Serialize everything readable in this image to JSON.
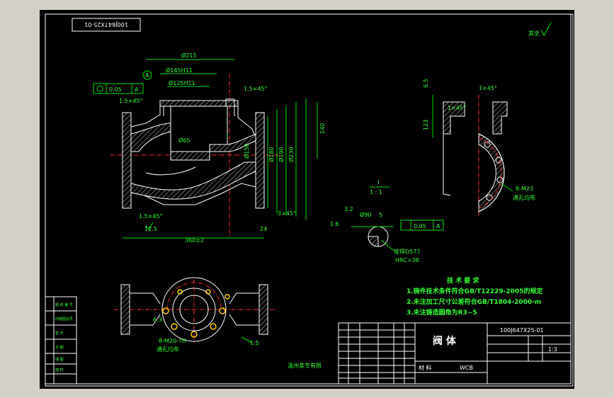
{
  "drawing": {
    "part_code_mirrored": "100J647X25-01",
    "roughness_rest": "其余",
    "section_label": "I",
    "scale_detail_fraction": "1 : 1",
    "dims": {
      "d215": "Ø215",
      "d145": "Ø145H11",
      "d125": "Ø125H11",
      "chamfer_top": "1.5×45°",
      "chamfer_left": "1.5×45°",
      "chamfer_bottom": "1.5×45°",
      "chamfer_r1": "1×45°",
      "chamfer_r2": "1×45°",
      "chamfer_3x45": "3×45°",
      "d65": "Ø65",
      "len360": "360±2",
      "h140": "140",
      "d150": "Ø150",
      "d180": "Ø180",
      "d190": "Ø190",
      "d230": "Ø230",
      "dim24": "24",
      "dim123": "123",
      "dim6_5": "6.5",
      "dim90": "Ø90",
      "dim5": "5",
      "holes_r": "8-M23",
      "holes_r_note": "通孔均布",
      "holes_b": "8-M20-7H",
      "holes_b_note": "通孔均布",
      "scale_b": "1:5",
      "weld_note": "堆焊D577",
      "hrc": "HRC>38",
      "tol_flat": "0.05",
      "tol_datum": "A",
      "tol_circ": "0.05",
      "datum_a": "A",
      "rough_125": "12.5",
      "rough_32": "3.2",
      "rough_16": "1.6",
      "rough_6_3": "6.3"
    },
    "tech_title": "技 术 要 求",
    "tech_items": [
      "1.铸件技术条件符合GB/T12229-2005的规定",
      "2.未注加工尺寸公差符合GB/T1804-2000-m",
      "3.未注铸造圆角为R3~5"
    ],
    "title_block": {
      "part_name": "阀 体",
      "drawing_no": "100J647X25-01",
      "material_label": "材 料",
      "material": "WCB",
      "scale": "1:3",
      "company": "温州某专有限",
      "left_cells": [
        "图 纸 编 号",
        "旧底图总号",
        "签 字",
        "日 期",
        "描 图",
        "描 校"
      ]
    }
  }
}
